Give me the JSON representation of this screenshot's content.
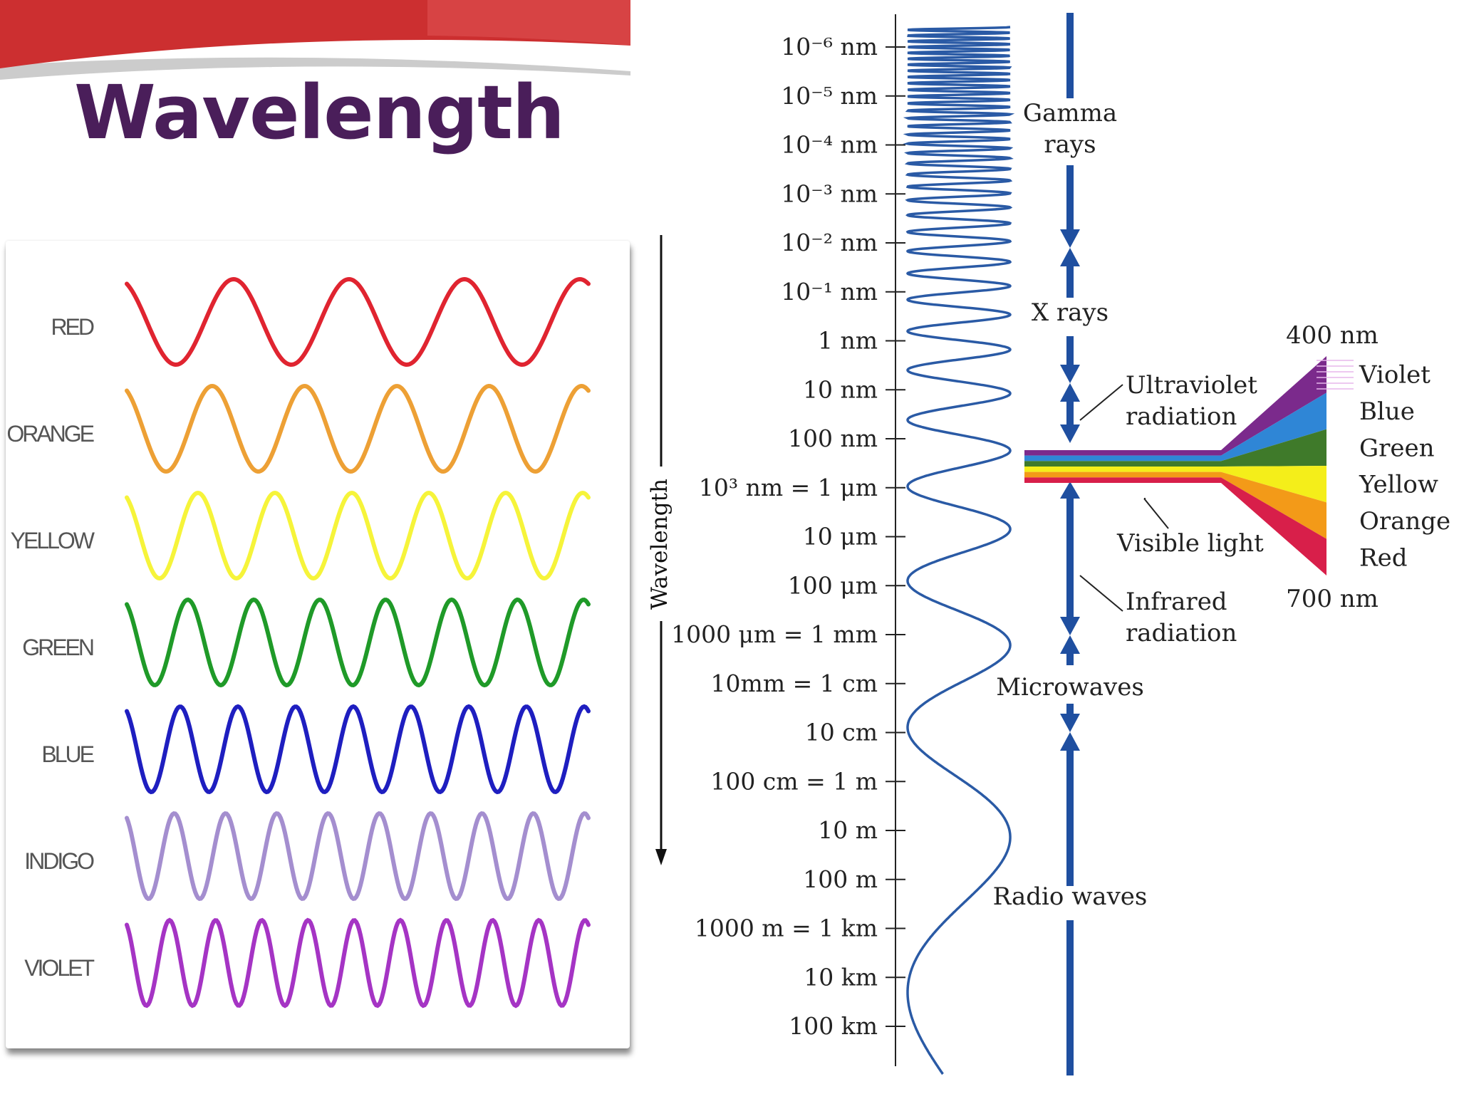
{
  "title": "Wavelength",
  "colors": {
    "title": "#4a1e5a",
    "banner_red": "#cc2f30",
    "banner_grey": "#c9c9c9",
    "axis_blue": "#1f4fa0",
    "wave_blue": "#2a5aa5"
  },
  "wave_panel": {
    "axis_label": "Wavelength",
    "waves": [
      {
        "label": "RED",
        "color": "#e02430",
        "cycles": 4
      },
      {
        "label": "ORANGE",
        "color": "#eda035",
        "cycles": 5
      },
      {
        "label": "YELLOW",
        "color": "#f6f43a",
        "cycles": 6
      },
      {
        "label": "GREEN",
        "color": "#1f9a28",
        "cycles": 7
      },
      {
        "label": "BLUE",
        "color": "#1e1ec0",
        "cycles": 8
      },
      {
        "label": "INDIGO",
        "color": "#a48ecf",
        "cycles": 9
      },
      {
        "label": "VIOLET",
        "color": "#a534c4",
        "cycles": 10
      }
    ]
  },
  "spectrum": {
    "scale_labels": [
      "10⁻⁶ nm",
      "10⁻⁵ nm",
      "10⁻⁴ nm",
      "10⁻³ nm",
      "10⁻² nm",
      "10⁻¹ nm",
      "1 nm",
      "10 nm",
      "100 nm",
      "10³ nm = 1 μm",
      "10 μm",
      "100 μm",
      "1000 μm = 1 mm",
      "10mm = 1 cm",
      "10 cm",
      "100 cm = 1 m",
      "10 m",
      "100 m",
      "1000 m = 1 km",
      "10 km",
      "100 km"
    ],
    "regions": {
      "gamma_line1": "Gamma",
      "gamma_line2": "rays",
      "xrays": "X rays",
      "uv_line1": "Ultraviolet",
      "uv_line2": "radiation",
      "visible": "Visible light",
      "ir_line1": "Infrared",
      "ir_line2": "radiation",
      "microwaves": "Microwaves",
      "radio": "Radio waves"
    },
    "visible_band": {
      "start": "400 nm",
      "end": "700 nm",
      "colors": [
        {
          "name": "Violet",
          "hex": "#7b2a8c"
        },
        {
          "name": "Blue",
          "hex": "#2f86d6"
        },
        {
          "name": "Green",
          "hex": "#3f7a2a"
        },
        {
          "name": "Yellow",
          "hex": "#f4ee1a"
        },
        {
          "name": "Orange",
          "hex": "#f39a18"
        },
        {
          "name": "Red",
          "hex": "#d81f4a"
        }
      ]
    }
  }
}
